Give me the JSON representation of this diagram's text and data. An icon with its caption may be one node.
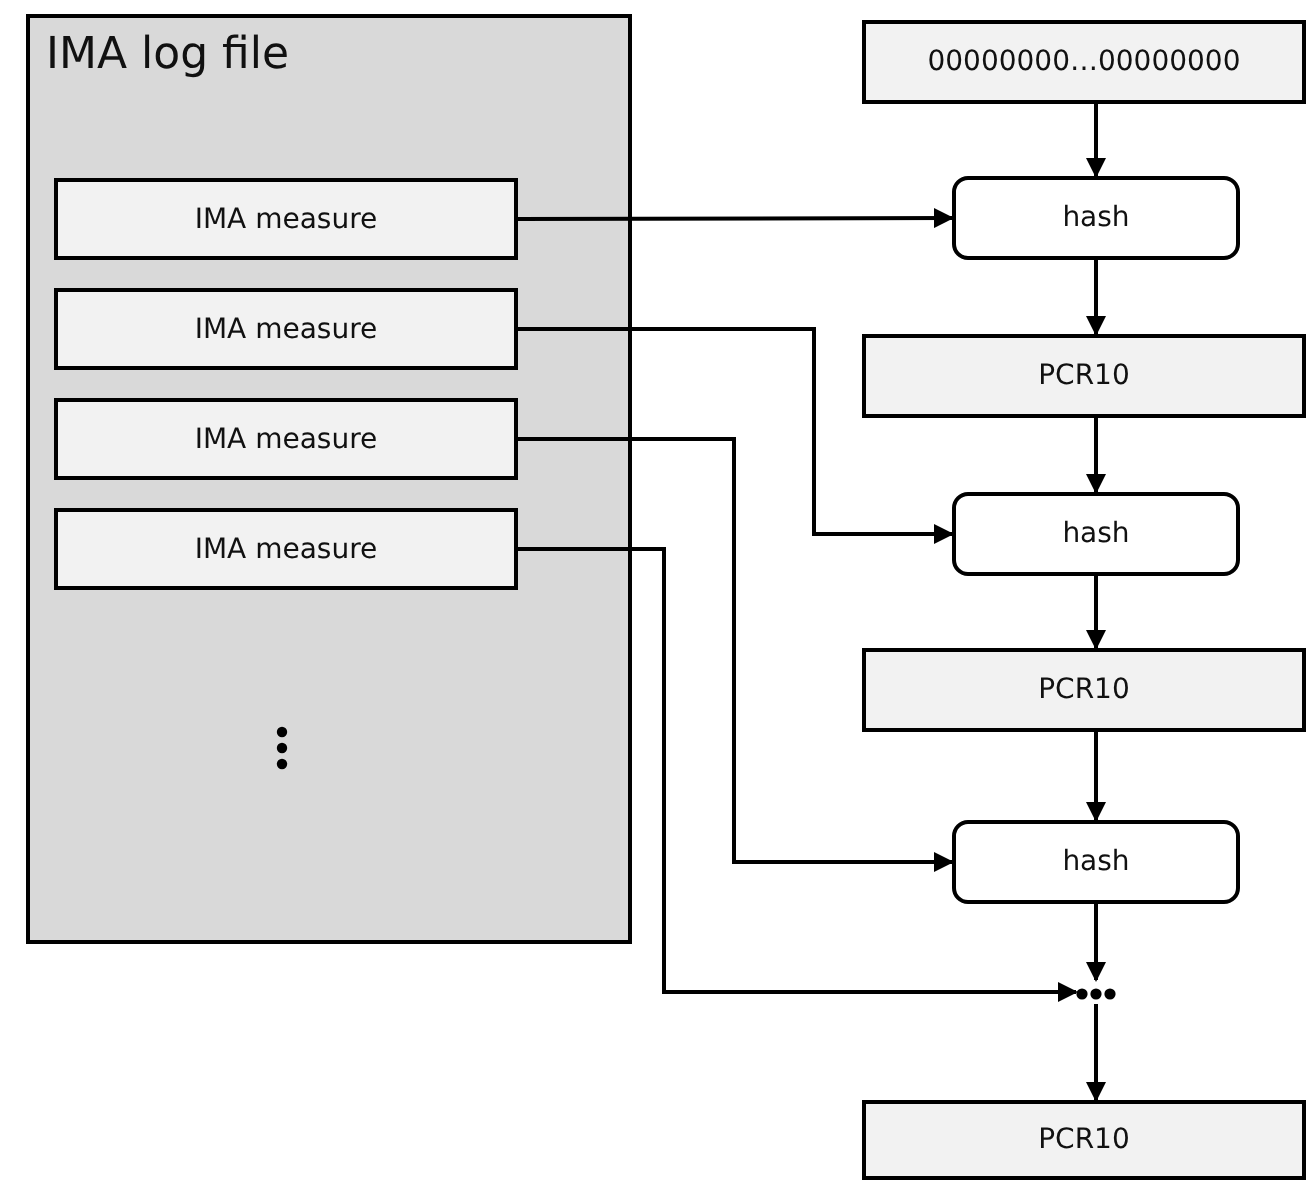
{
  "diagram": {
    "nodes": [
      {
        "text": [
          "IMA log file"
        ]
      },
      {
        "text": [
          "IMA measure"
        ],
        "in": 0
      },
      {
        "text": [
          "IMA measure"
        ],
        "in": 0
      },
      {
        "text": [
          "IMA measure"
        ],
        "in": 0
      },
      {
        "text": [
          "IMA measure"
        ],
        "in": 0
      },
      {
        "text": [
          "00000000…00000000"
        ]
      },
      {
        "text": [
          "hash"
        ]
      },
      {
        "text": [
          "PCR10"
        ]
      },
      {
        "text": [
          "hash"
        ]
      },
      {
        "text": [
          "PCR10"
        ]
      },
      {
        "text": [
          "hash"
        ]
      },
      {
        "text": [],
        "shape": "ellipsis"
      },
      {
        "text": [
          "PCR10"
        ]
      }
    ],
    "edges": [
      {
        "from": 5,
        "to": 6,
        "arrow": "to"
      },
      {
        "from": 1,
        "to": 6,
        "arrow": "to"
      },
      {
        "from": 6,
        "to": 7,
        "arrow": "to"
      },
      {
        "from": 2,
        "to": 8,
        "arrow": "to"
      },
      {
        "from": 7,
        "to": 8,
        "arrow": "to"
      },
      {
        "from": 8,
        "to": 9,
        "arrow": "to"
      },
      {
        "from": 3,
        "to": 10,
        "arrow": "to"
      },
      {
        "from": 9,
        "to": 10,
        "arrow": "to"
      },
      {
        "from": 10,
        "to": 11,
        "arrow": "to"
      },
      {
        "from": 4,
        "to": 11,
        "arrow": "to"
      },
      {
        "from": 11,
        "to": 12,
        "arrow": "to"
      }
    ]
  }
}
